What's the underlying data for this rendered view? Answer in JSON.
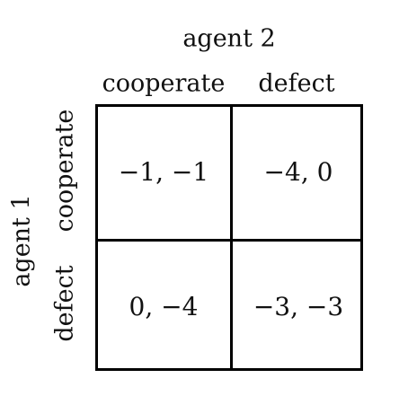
{
  "column_player": "agent 2",
  "row_player": "agent 1",
  "column_actions": [
    "cooperate",
    "defect"
  ],
  "row_actions": [
    "cooperate",
    "defect"
  ],
  "payoffs": [
    [
      "−1, −1",
      "−4, 0"
    ],
    [
      "0, −4",
      "−3, −3"
    ]
  ]
}
